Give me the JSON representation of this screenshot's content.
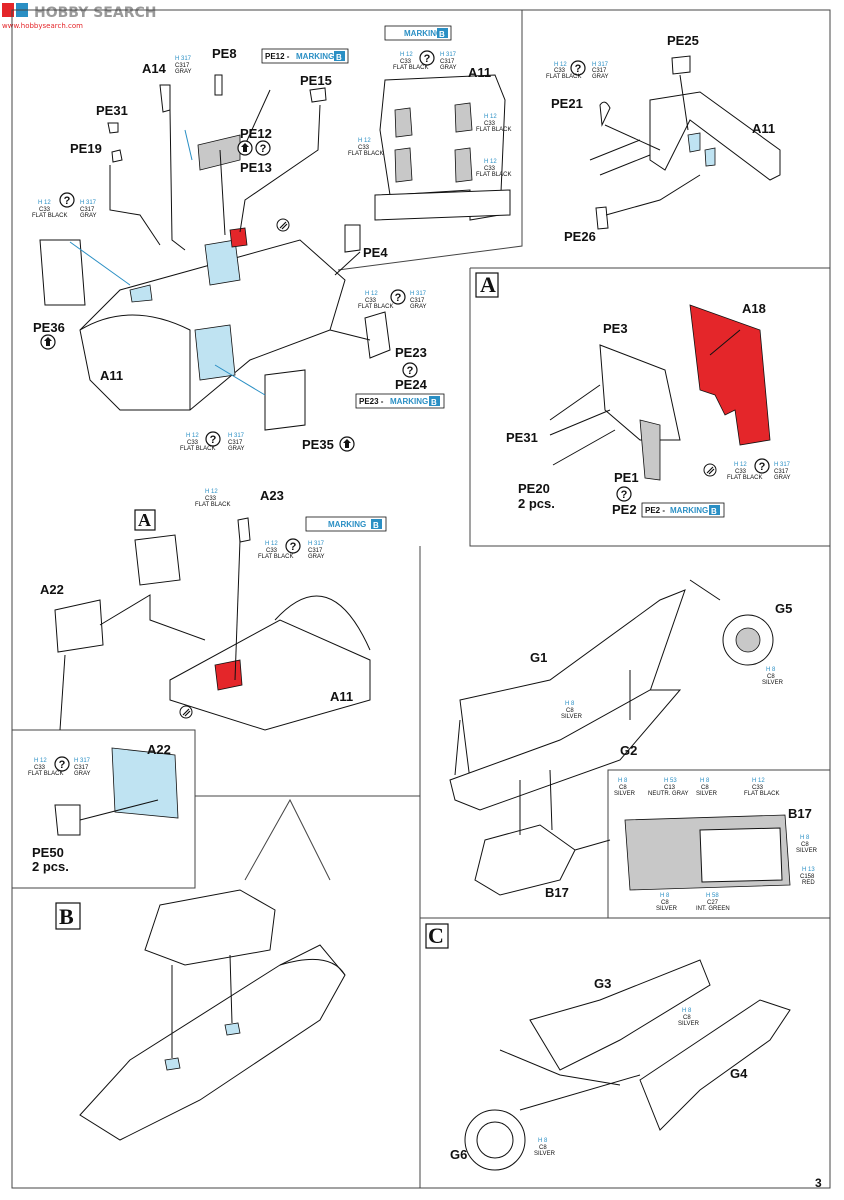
{
  "watermark": {
    "logo_text": "HOBBY SEARCH",
    "url": "www.hobbysearch.com"
  },
  "page_number": "3",
  "sections": {
    "a1": "A",
    "a2": "A",
    "b": "B",
    "c": "C"
  },
  "parts": {
    "a14": "A14",
    "pe8": "PE8",
    "pe31": "PE31",
    "pe19": "PE19",
    "pe12": "PE12",
    "pe13": "PE13",
    "pe15": "PE15",
    "a11_top": "A11",
    "pe4": "PE4",
    "pe36": "PE36",
    "a11_main": "A11",
    "pe23": "PE23",
    "pe24": "PE24",
    "pe35": "PE35",
    "pe25": "PE25",
    "pe21": "PE21",
    "a11_panel": "A11",
    "pe26": "PE26",
    "a18": "A18",
    "pe3": "PE3",
    "pe31b": "PE31",
    "pe20": "PE20",
    "pe20_qty": "2 pcs.",
    "pe1": "PE1",
    "pe2": "PE2",
    "a23": "A23",
    "a22": "A22",
    "a11_a": "A11",
    "a22b": "A22",
    "pe50": "PE50",
    "pe50_qty": "2 pcs.",
    "g1": "G1",
    "g5": "G5",
    "g2": "G2",
    "b17": "B17",
    "b17b": "B17",
    "g3": "G3",
    "g4": "G4",
    "g6": "G6"
  },
  "markings": {
    "pe12": "PE12 - ",
    "pe23": "PE23 - ",
    "pe2": "PE2 - ",
    "word": "MARKING",
    "letter": "B"
  },
  "paints": {
    "h12": "H 12",
    "h317": "H 317",
    "c33": "C33",
    "c317": "C317",
    "flat_black": "FLAT BLACK",
    "gray": "GRAY",
    "h8": "H 8",
    "c8": "C8",
    "silver": "SILVER",
    "h53": "H 53",
    "c13": "C13",
    "neutral_gray": "NEUTR. GRAY",
    "h58": "H 58",
    "c27": "C27",
    "int_green": "INT. GREEN",
    "h13": "H 13",
    "c158": "C158",
    "red": "RED"
  },
  "colors": {
    "accent_blue": "#2a8fc4",
    "part_blue": "#bfe3f2",
    "part_red": "#e4262a"
  }
}
